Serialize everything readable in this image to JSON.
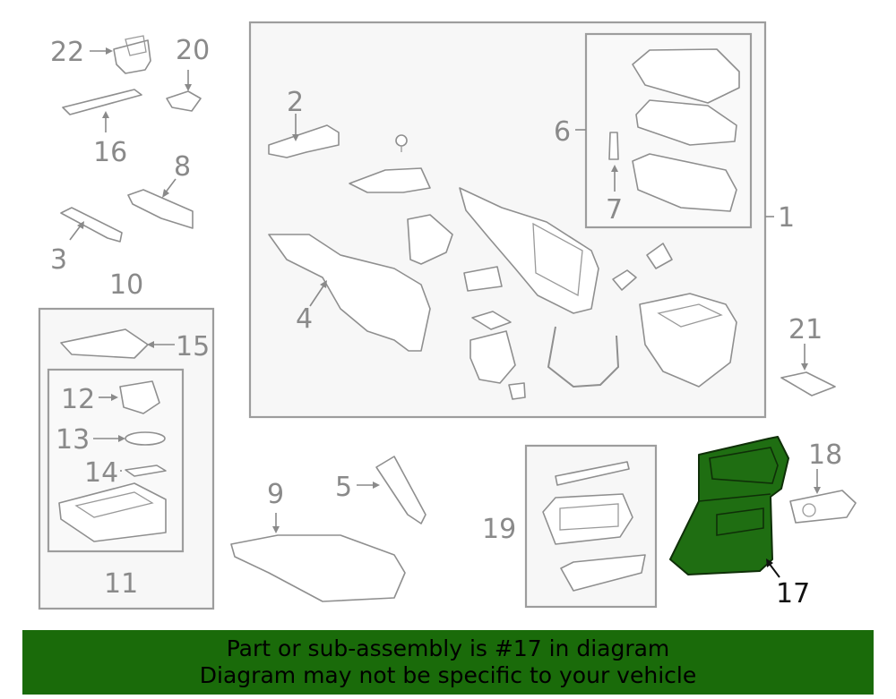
{
  "callouts": {
    "c1": "1",
    "c2": "2",
    "c3": "3",
    "c4": "4",
    "c5": "5",
    "c6": "6",
    "c7": "7",
    "c8": "8",
    "c9": "9",
    "c10": "10",
    "c11": "11",
    "c12": "12",
    "c13": "13",
    "c14": "14",
    "c15": "15",
    "c16": "16",
    "c17": "17",
    "c18": "18",
    "c19": "19",
    "c20": "20",
    "c21": "21",
    "c22": "22"
  },
  "highlight_part": "17",
  "colors": {
    "highlight": "#1f6e12",
    "banner": "#1a6b0a",
    "line": "#8a8a8a"
  },
  "banner": {
    "line1": "Part or sub-assembly is #17 in diagram",
    "line2": "Diagram may not be specific to your vehicle"
  }
}
